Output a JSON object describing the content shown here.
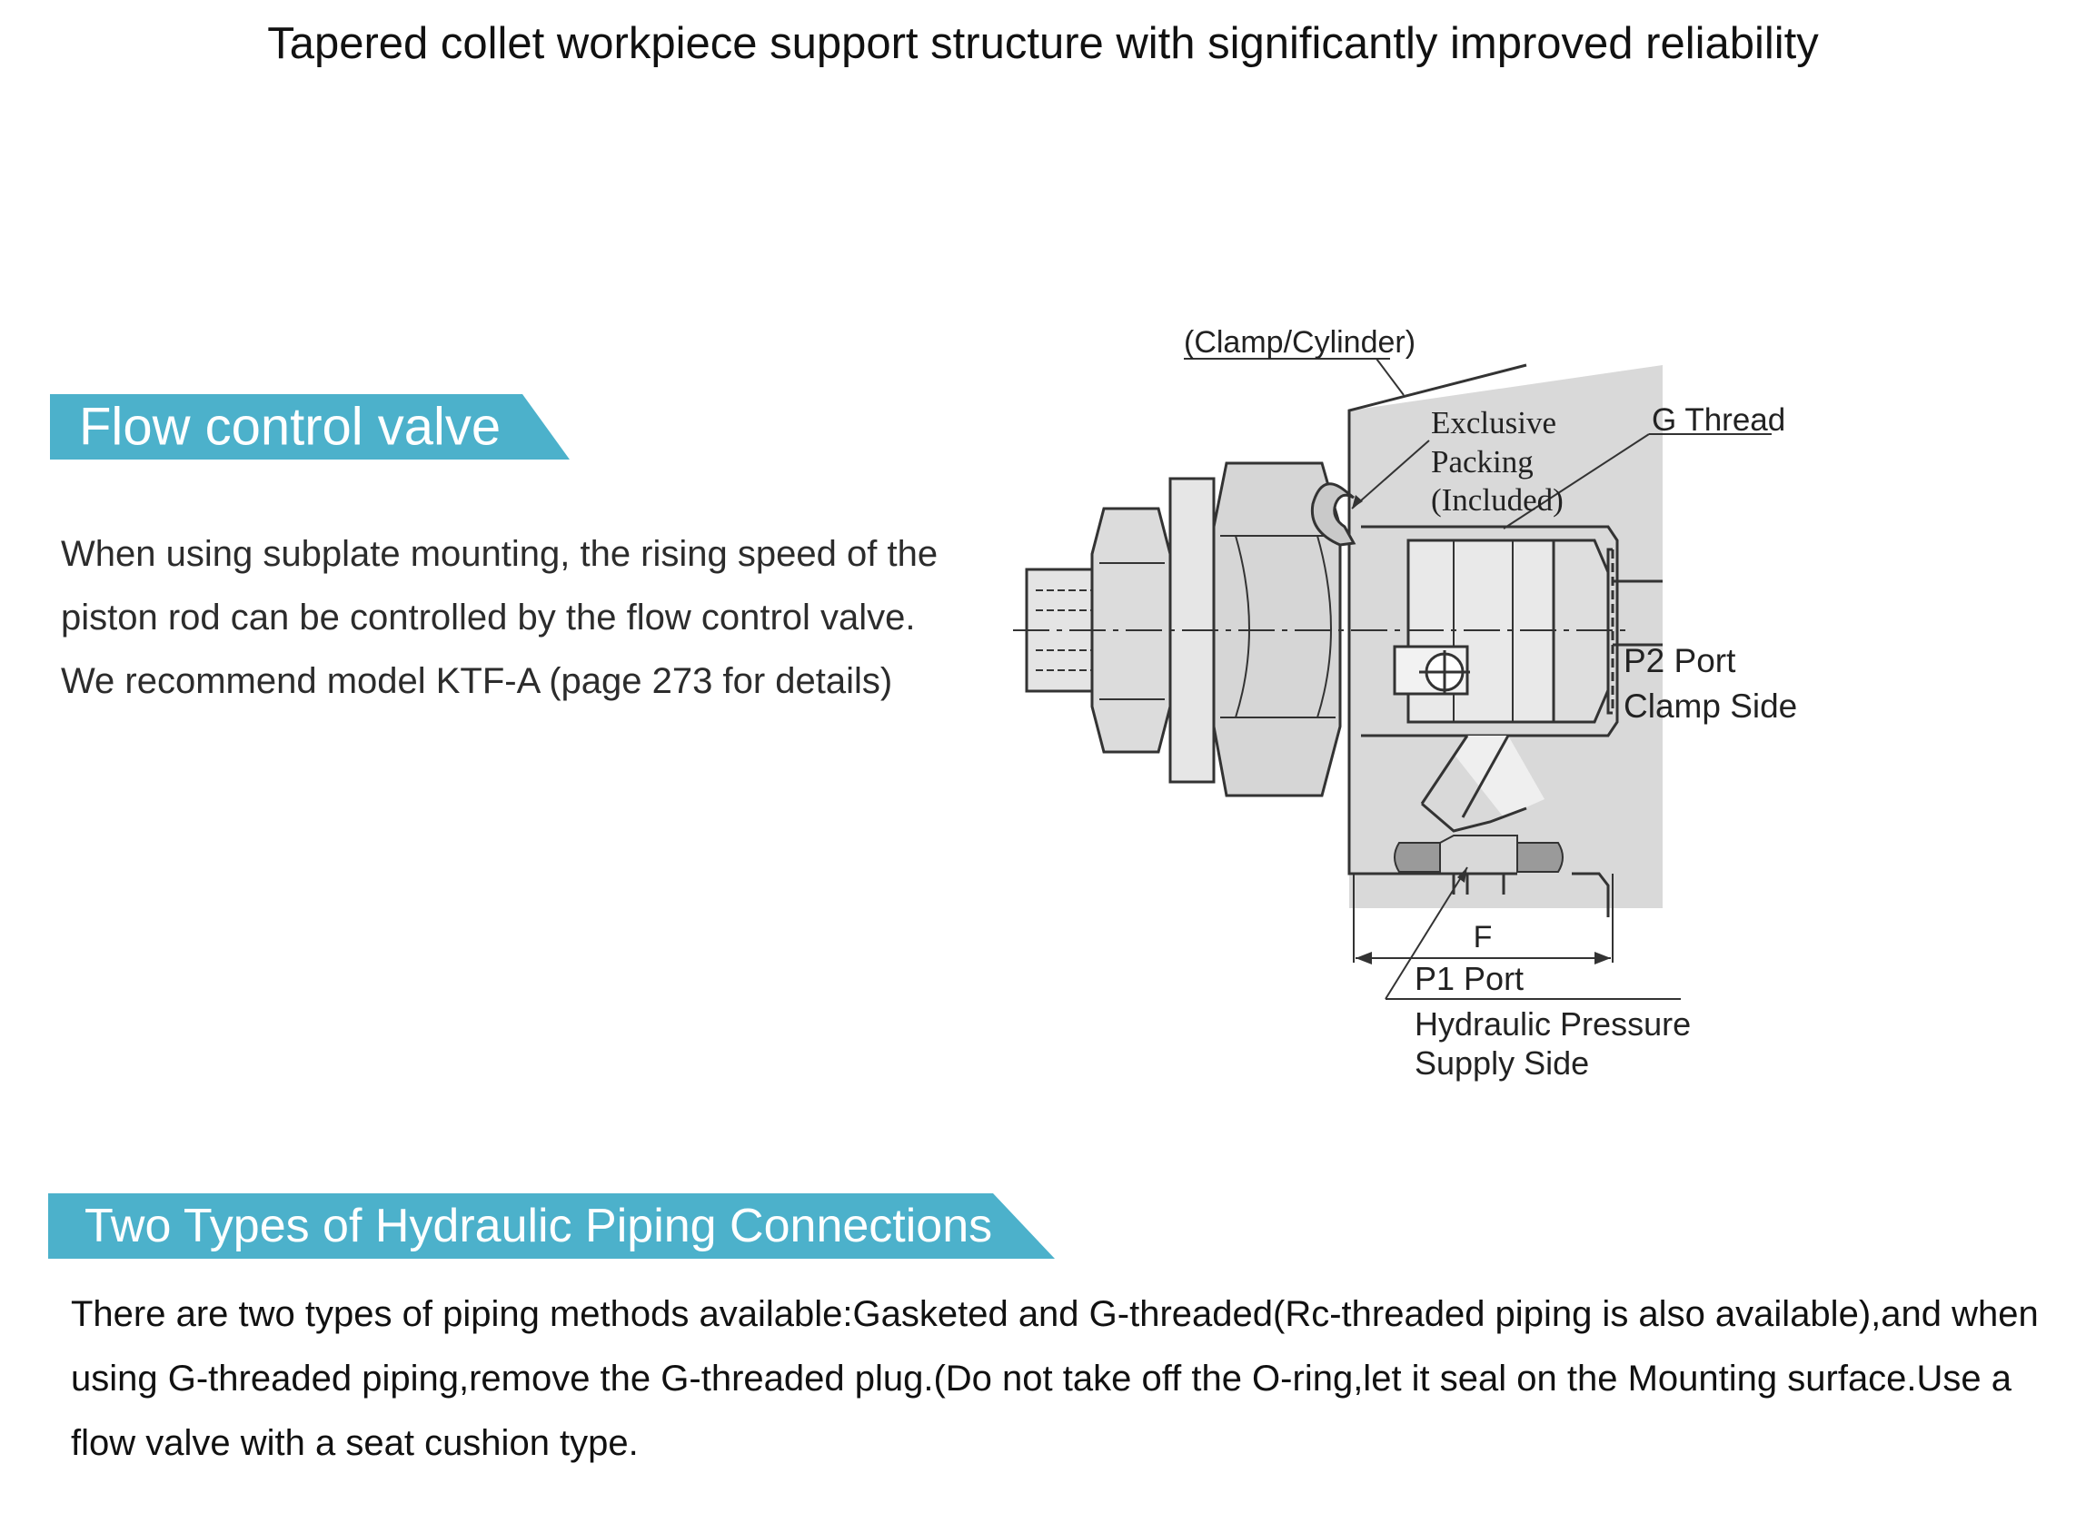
{
  "header": {
    "title": "Tapered collet workpiece support structure with significantly improved reliability"
  },
  "flow_section": {
    "heading": "Flow control valve",
    "paragraph_1": "When using subplate mounting, the rising speed of the piston rod can be controlled by the flow control valve.",
    "paragraph_2": "We recommend model KTF-A (page 273 for details)"
  },
  "diagram": {
    "label_clamp_cylinder": "(Clamp/Cylinder)",
    "label_exclusive": "Exclusive",
    "label_packing": "Packing",
    "label_included": "(Included)",
    "label_g_thread": "G Thread",
    "label_p2_port": "P2 Port",
    "label_clamp_side": "Clamp Side",
    "label_f": "F",
    "label_p1_port": "P1 Port",
    "label_hydraulic_pressure": "Hydraulic Pressure",
    "label_supply_side": "Supply Side"
  },
  "piping_section": {
    "heading": "Two Types of Hydraulic Piping Connections",
    "paragraph": "There are two types of piping methods available:Gasketed and G-threaded(Rc-threaded piping is also available),and when using G-threaded piping,remove the G-threaded plug.(Do not take off the O-ring,let it seal on the Mounting surface.Use a flow valve with a seat cushion type."
  }
}
